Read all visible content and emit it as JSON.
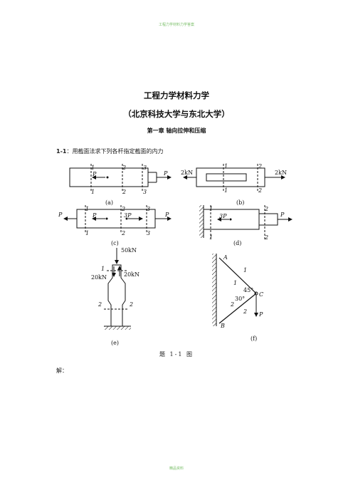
{
  "header_text": "工程力学材料力学答案",
  "footer_text": "精品资料",
  "title": {
    "line1": "工程力学材料力学",
    "line2": "（北京科技大学与东北大学）",
    "chapter": "第一章  轴向拉伸和压缩"
  },
  "problem": {
    "number": "1-1",
    "text": "：用截面法求下列各杆指定截面的内力"
  },
  "figure": {
    "sub_a": "(a)",
    "sub_b": "(b)",
    "sub_c": "(c)",
    "sub_d": "(d)",
    "sub_e": "(e)",
    "sub_f": "(f)",
    "sec1": "1",
    "sec2": "2",
    "sec3": "3",
    "P": "P",
    "P3": "3P",
    "load_2kN": "2kN",
    "load_50kN": "50kN",
    "load_20kN": "20kN",
    "A": "A",
    "B": "B",
    "C": "C",
    "ang45": "45°",
    "ang30": "30°"
  },
  "caption": "题 1-1 图",
  "solution_label": "解："
}
